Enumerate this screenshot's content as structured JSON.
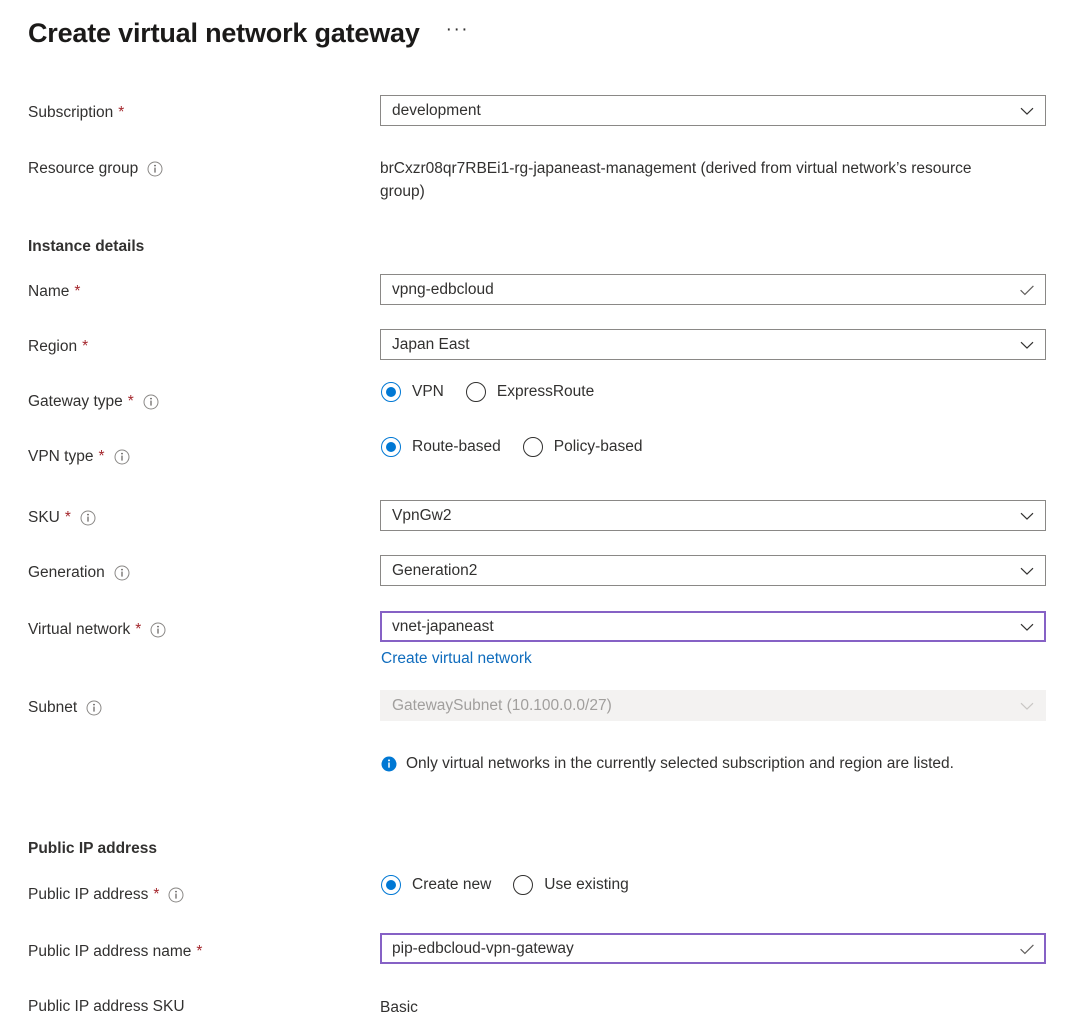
{
  "header": {
    "title": "Create virtual network gateway",
    "more_label": "···"
  },
  "project_details": {
    "subscription": {
      "label": "Subscription",
      "required": "*",
      "value": "development",
      "affix_icon": "chevron-down-icon"
    },
    "resource_group": {
      "label": "Resource group",
      "info_icon": "info-icon",
      "value": "brCxzr08qr7RBEi1-rg-japaneast-management (derived from virtual network’s resource group)"
    }
  },
  "instance_details": {
    "section_title": "Instance details",
    "name": {
      "label": "Name",
      "required": "*",
      "value": "vpng-edbcloud",
      "affix_icon": "checkmark-icon"
    },
    "region": {
      "label": "Region",
      "required": "*",
      "value": "Japan East",
      "affix_icon": "chevron-down-icon"
    },
    "gateway_type": {
      "label": "Gateway type",
      "required": "*",
      "info_icon": "info-icon",
      "options": [
        {
          "label": "VPN",
          "selected": true
        },
        {
          "label": "ExpressRoute",
          "selected": false
        }
      ]
    },
    "vpn_type": {
      "label": "VPN type",
      "required": "*",
      "info_icon": "info-icon",
      "options": [
        {
          "label": "Route-based",
          "selected": true
        },
        {
          "label": "Policy-based",
          "selected": false
        }
      ]
    },
    "sku": {
      "label": "SKU",
      "required": "*",
      "info_icon": "info-icon",
      "value": "VpnGw2",
      "affix_icon": "chevron-down-icon"
    },
    "generation": {
      "label": "Generation",
      "info_icon": "info-icon",
      "value": "Generation2",
      "affix_icon": "chevron-down-icon"
    },
    "virtual_network": {
      "label": "Virtual network",
      "required": "*",
      "info_icon": "info-icon",
      "value": "vnet-japaneast",
      "affix_icon": "chevron-down-icon",
      "link_label": "Create virtual network"
    },
    "subnet": {
      "label": "Subnet",
      "info_icon": "info-icon",
      "value": "GatewaySubnet (10.100.0.0/27)",
      "affix_icon": "chevron-down-icon",
      "disabled": true
    },
    "info_message": "Only virtual networks in the currently selected subscription and region are listed."
  },
  "public_ip_address": {
    "section_title": "Public IP address",
    "public_ip": {
      "label": "Public IP address",
      "required": "*",
      "info_icon": "info-icon",
      "options": [
        {
          "label": "Create new",
          "selected": true
        },
        {
          "label": "Use existing",
          "selected": false
        }
      ]
    },
    "public_ip_name": {
      "label": "Public IP address name",
      "required": "*",
      "value": "pip-edbcloud-vpn-gateway",
      "affix_icon": "checkmark-icon"
    },
    "public_ip_sku": {
      "label": "Public IP address SKU",
      "value": "Basic"
    }
  },
  "colors": {
    "accent_blue": "#0078d4",
    "link_blue": "#0f6cbd",
    "required_red": "#a4262c",
    "focus_purple": "#8661c5",
    "text": "#323130",
    "disabled_text": "#a19f9d"
  }
}
